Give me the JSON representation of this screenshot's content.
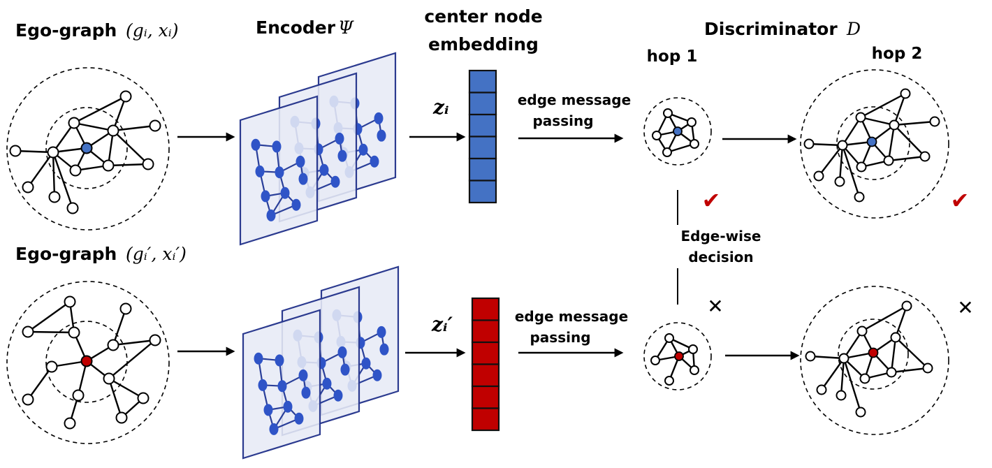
{
  "labels": {
    "ego_top_text": "Ego-graph",
    "ego_top_math": "(gᵢ, xᵢ)",
    "ego_bottom_text": "Ego-graph",
    "ego_bottom_math": "(gᵢ′, xᵢ′)",
    "encoder_text": "Encoder",
    "encoder_symbol": "Ψ",
    "center_line1": "center node",
    "center_line2": "embedding",
    "discriminator_text": "Discriminator",
    "discriminator_symbol": "D",
    "hop1": "hop 1",
    "hop2": "hop 2",
    "z_top": "zᵢ",
    "z_bottom": "zᵢ′",
    "emp_top_line1": "edge message",
    "emp_top_line2": "passing",
    "emp_bottom_line1": "edge message",
    "emp_bottom_line2": "passing",
    "decision_line1": "Edge-wise",
    "decision_line2": "decision"
  },
  "marks": {
    "check_hop1": "✔",
    "check_hop2": "✔",
    "cross_hop1": "✕",
    "cross_hop2": "✕"
  },
  "colors": {
    "positive_center": "#4472c4",
    "negative_center": "#c00000",
    "embedding_positive": "#4472c4",
    "embedding_negative": "#c00000",
    "encoder_plane_border": "#2b3a8f",
    "encoder_node": "#2f54c7",
    "check": "#c00000"
  },
  "embedding_cells": 6
}
